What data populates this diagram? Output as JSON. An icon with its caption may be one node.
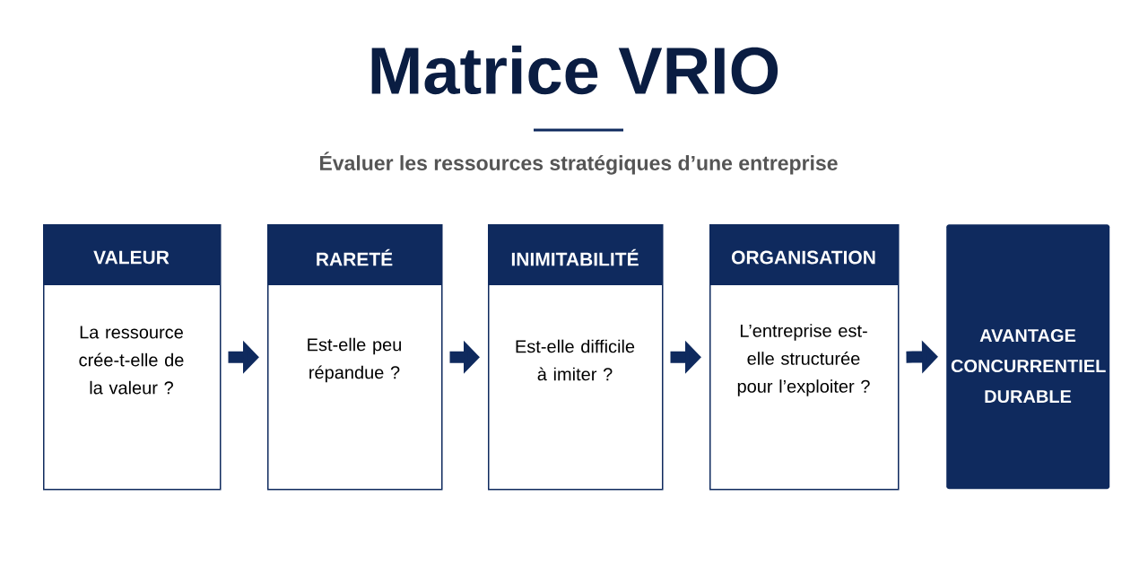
{
  "diagram": {
    "title": "Matrice VRIO",
    "nodes": [
      {
        "text": [
          "VALEUR",
          "La ressource crée-t-elle de la valeur ?"
        ]
      },
      {
        "text": [
          "RARETÉ",
          "Est-elle peu répandue ?"
        ]
      },
      {
        "text": [
          "INIMITABILITÉ",
          "Est-elle difficile à imiter ?"
        ]
      },
      {
        "text": [
          "ORGANISATION",
          "L’entreprise est-elle structurée pour l’exploiter ?"
        ]
      },
      {
        "text": [
          "AVANTAGE CONCURRENTIEL DURABLE"
        ]
      }
    ],
    "edges": [
      {
        "from": 0,
        "to": 1,
        "arrow": "to"
      },
      {
        "from": 1,
        "to": 2,
        "arrow": "to"
      },
      {
        "from": 2,
        "to": 3,
        "arrow": "to"
      },
      {
        "from": 3,
        "to": 4,
        "arrow": "to"
      }
    ],
    "labels": [
      "Évaluer les ressources stratégiques d’une entreprise"
    ]
  }
}
